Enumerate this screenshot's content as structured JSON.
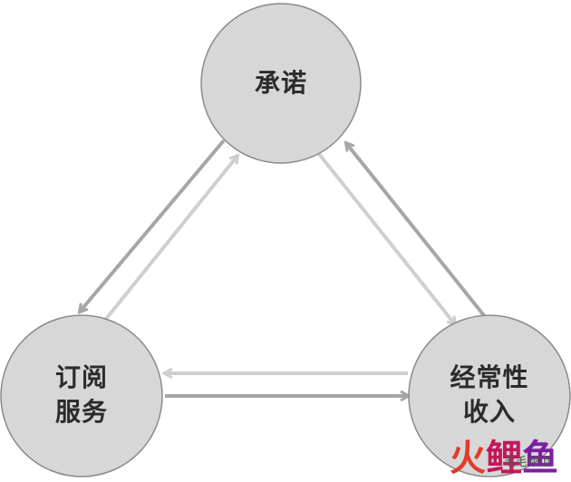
{
  "nodes": {
    "top": {
      "line1": "承诺",
      "line2": ""
    },
    "left": {
      "line1": "订阅",
      "line2": "服务"
    },
    "right": {
      "line1": "经常性",
      "line2": "收入"
    }
  },
  "watermark": {
    "big_1": "火",
    "big_2": "鲤",
    "big_3": "鱼",
    "small": "毛毛频道"
  },
  "colors": {
    "node_fill": "#d7d7d7",
    "node_stroke": "#8a8a8a",
    "arrow_dark": "#a6a6a6",
    "arrow_light": "#cfcfcf"
  }
}
